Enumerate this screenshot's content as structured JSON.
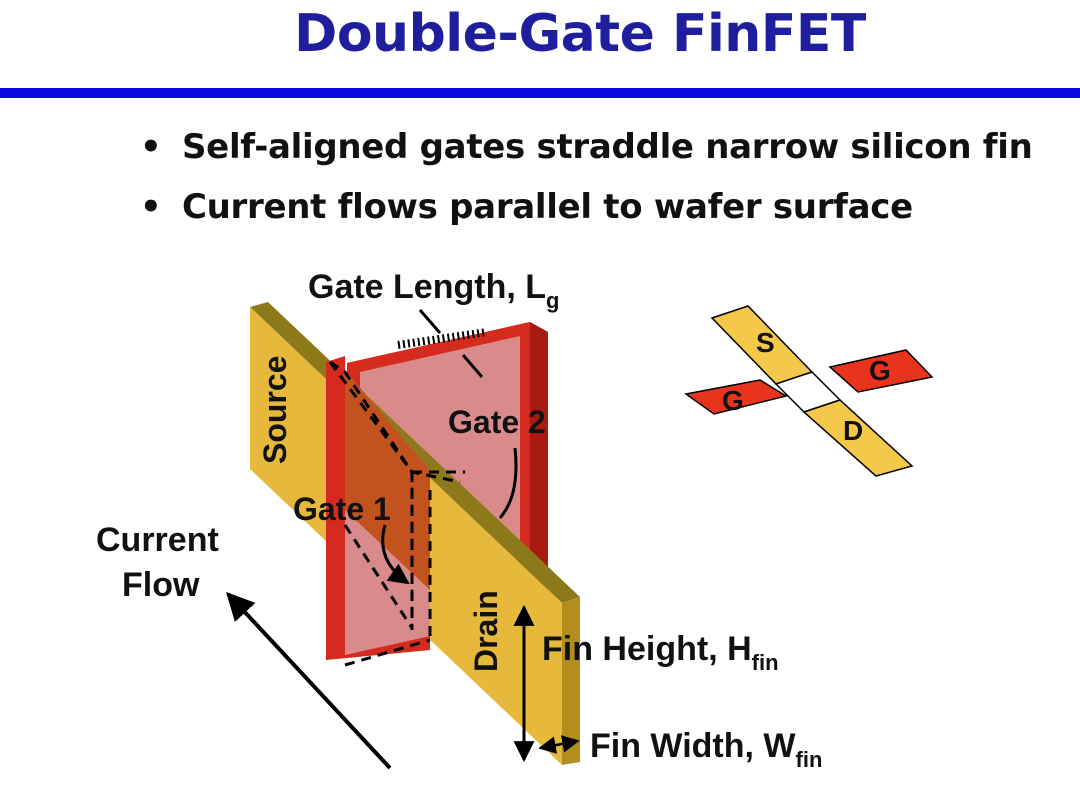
{
  "slide": {
    "title": "Double-Gate FinFET",
    "bullets": [
      "Self-aligned gates straddle narrow silicon fin",
      "Current flows parallel to wafer surface"
    ]
  },
  "diagram": {
    "source_label": "Source",
    "drain_label": "Drain",
    "gate1_label": "Gate 1",
    "gate2_label": "Gate 2",
    "current_flow_line1": "Current",
    "current_flow_line2": "Flow",
    "gate_length_label": "Gate Length, L",
    "gate_length_sub": "g",
    "fin_height_label": "Fin Height, H",
    "fin_height_sub": "fin",
    "fin_width_label": "Fin Width, W",
    "fin_width_sub": "fin"
  },
  "topview": {
    "source": "S",
    "drain": "D",
    "gate_left": "G",
    "gate_right": "G"
  },
  "colors": {
    "title": "#1f1f9e",
    "rule": "#0a0ae0",
    "fin_face": "#e6b83c",
    "fin_top": "#8c7a1a",
    "gate_frame": "#d52b1e",
    "gate_fill": "#d98b8b",
    "gate_inner": "#c2521e",
    "topview_fin": "#f4c84a",
    "topview_gate": "#e8341c"
  }
}
